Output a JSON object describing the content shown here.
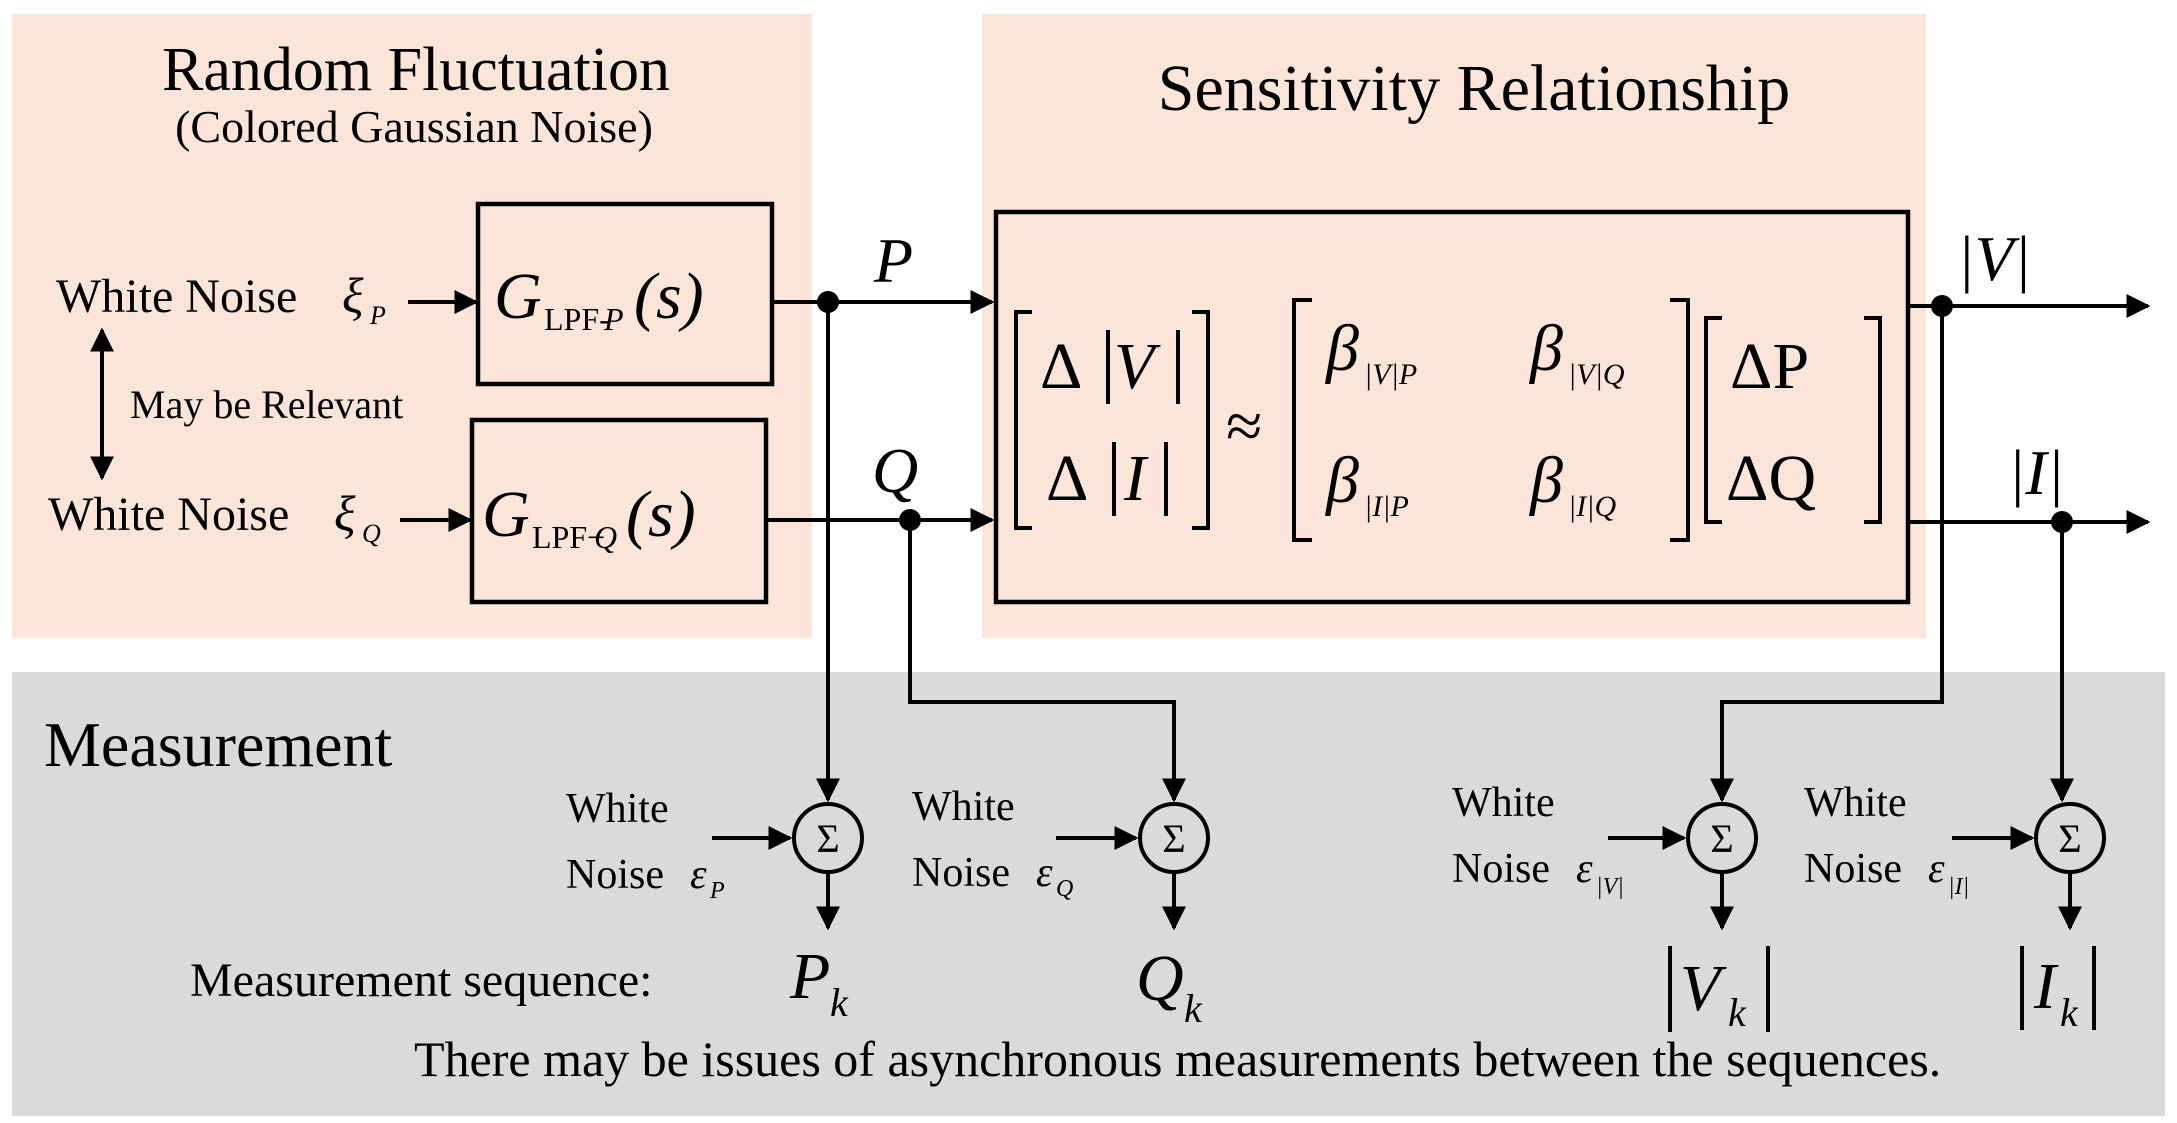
{
  "panels": {
    "random_fluctuation": {
      "title": "Random Fluctuation",
      "subtitle": "(Colored Gaussian Noise)",
      "fill": "#fbe5d9"
    },
    "sensitivity": {
      "title": "Sensitivity Relationship",
      "fill": "#fbe5d9"
    },
    "measurement": {
      "title": "Measurement",
      "fill": "#dadada"
    }
  },
  "noise_inputs": {
    "white_noise_label": "White Noise",
    "xi": "ξ",
    "sub_p": "P",
    "sub_q": "Q",
    "relation_label": "May be Relevant"
  },
  "filters": {
    "g": "G",
    "lpf_p": "LPF-",
    "lpf_q": "LPF−",
    "p": "P",
    "q": "Q",
    "s_arg": "(s)"
  },
  "signals": {
    "p": "P",
    "q": "Q",
    "v_abs": "|V|",
    "i_abs": "|I|"
  },
  "matrix": {
    "delta": "Δ",
    "v": "V",
    "i": "I",
    "approx": "≈",
    "beta": "β",
    "b11_sub": "|V|P",
    "b12_sub": "|V|Q",
    "b21_sub": "|I|P",
    "b22_sub": "|I|Q",
    "dp": "ΔP",
    "dq": "ΔQ"
  },
  "measurement": {
    "white": "White",
    "noise": "Noise",
    "epsilon": "ε",
    "eps_p": "P",
    "eps_q": "Q",
    "eps_v": "|V|",
    "eps_i": "|I|",
    "sum_symbol": "Σ",
    "sequence_label": "Measurement sequence:",
    "k": "k",
    "pk": "P",
    "qk": "Q",
    "vk": "V",
    "ik": "I",
    "note": "There may be issues of asynchronous measurements between the sequences."
  }
}
